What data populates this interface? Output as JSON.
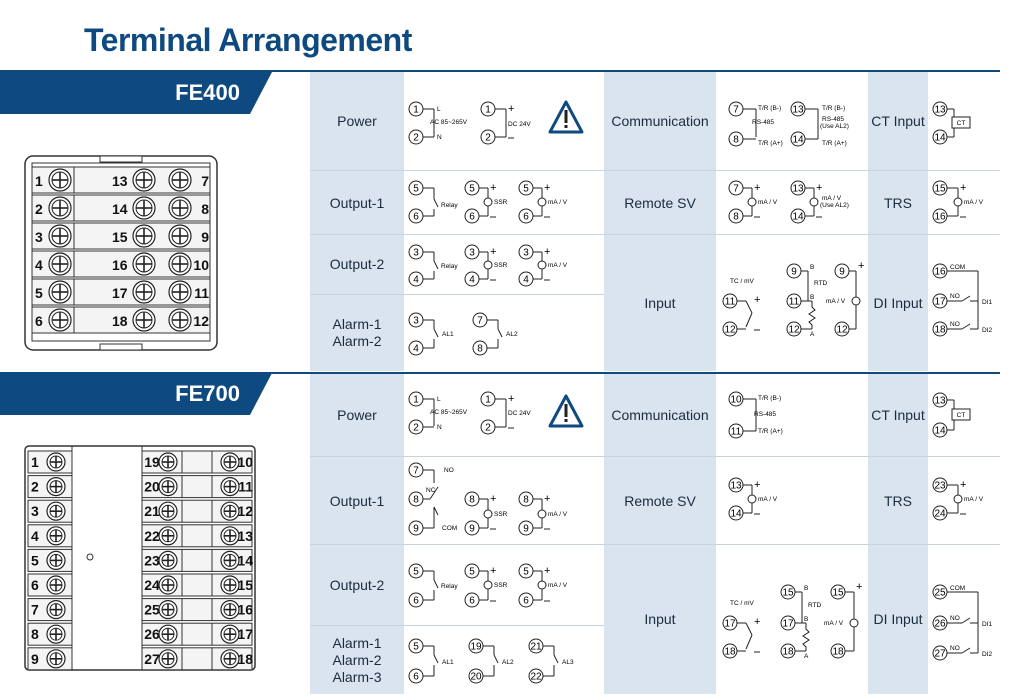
{
  "page": {
    "title": "Terminal Arrangement"
  },
  "models": {
    "fe400": {
      "name": "FE400",
      "left_terms": [
        "1",
        "2",
        "3",
        "4",
        "5",
        "6"
      ],
      "mid_terms": [
        "13",
        "14",
        "15",
        "16",
        "17",
        "18"
      ],
      "right_terms": [
        "7",
        "8",
        "9",
        "10",
        "11",
        "12"
      ]
    },
    "fe700": {
      "name": "FE700",
      "left_terms": [
        "1",
        "2",
        "3",
        "4",
        "5",
        "6",
        "7",
        "8",
        "9"
      ],
      "mid_terms": [
        "19",
        "20",
        "21",
        "22",
        "23",
        "24",
        "25",
        "26",
        "27"
      ],
      "right_terms": [
        "10",
        "11",
        "12",
        "13",
        "14",
        "15",
        "16",
        "17",
        "18"
      ]
    }
  },
  "fe400_table": {
    "power": "Power",
    "output1": "Output-1",
    "output2": "Output-2",
    "alarm": "Alarm-1\nAlarm-2",
    "communication": "Communication",
    "remote_sv": "Remote SV",
    "input": "Input",
    "ct_input": "CT Input",
    "trs": "TRS",
    "di_input": "DI Input"
  },
  "fe700_table": {
    "power": "Power",
    "output1": "Output-1",
    "output2": "Output-2",
    "alarm": "Alarm-1\nAlarm-2\nAlarm-3",
    "communication": "Communication",
    "remote_sv": "Remote SV",
    "input": "Input",
    "ct_input": "CT Input",
    "trs": "TRS",
    "di_input": "DI Input"
  },
  "diagram_text": {
    "ac": "AC 85~265V",
    "dc": "DC 24V",
    "L": "L",
    "N": "N",
    "relay": "Relay",
    "ssr": "SSR",
    "ma_v": "mA / V",
    "al1": "AL1",
    "al2": "AL2",
    "al3": "AL3",
    "tr_b": "T/R (B-)",
    "tr_a": "T/R (A+)",
    "rs485": "RS-485",
    "rs485_use": "RS-485\n(Use  AL2)",
    "ma_v_use": "mA / V\n(Use  AL2)",
    "tc_mv": "TC / mV",
    "rtd": "RTD",
    "ct": "CT",
    "com": "COM",
    "no": "NO",
    "nc": "NC",
    "di1": "DI1",
    "di2": "DI2",
    "B": "B",
    "A": "A"
  }
}
